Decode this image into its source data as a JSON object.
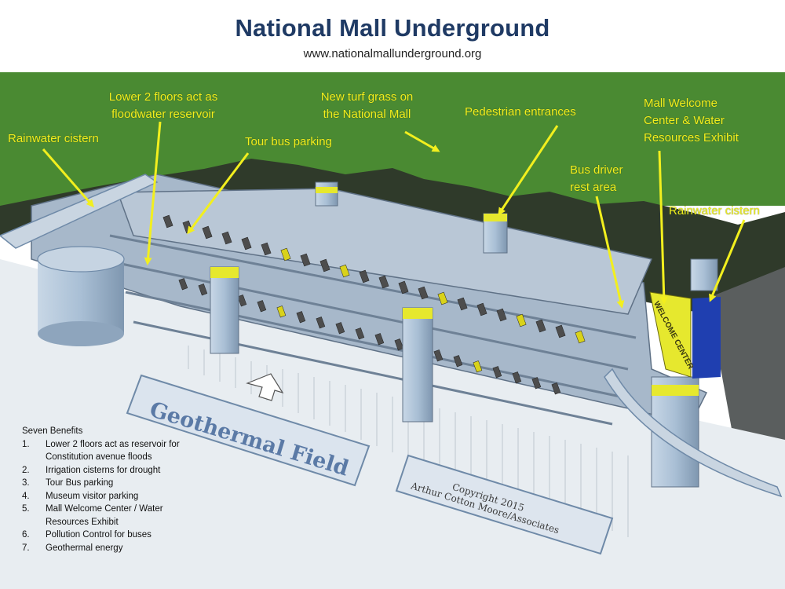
{
  "header": {
    "title": "National Mall Underground",
    "url": "www.nationalmallunderground.org"
  },
  "labels": {
    "rainwater_cistern_left": "Rainwater cistern",
    "floodwater_line1": "Lower 2 floors act as",
    "floodwater_line2": "floodwater reservoir",
    "tour_bus_parking": "Tour bus parking",
    "turf_line1": "New turf grass on",
    "turf_line2": "the National Mall",
    "pedestrian_entrances": "Pedestrian entrances",
    "welcome_line1": "Mall Welcome",
    "welcome_line2": "Center & Water",
    "welcome_line3": "Resources Exhibit",
    "bus_driver_line1": "Bus driver",
    "bus_driver_line2": "rest area",
    "rainwater_cistern_right": "Rainwater cistern"
  },
  "diagram": {
    "geothermal_field": "Geothermal Field",
    "copyright_line1": "Copyright 2015",
    "copyright_line2": "Arthur Cotton Moore/Associates",
    "welcome_center_sign": "WELCOME CENTER",
    "colors": {
      "grass": "#4a8a32",
      "label": "#f2ef1e",
      "title": "#1f3a64",
      "structure": "#9fb3c8",
      "welcome_center": "#e6e82e",
      "water_exhibit": "#1f3fb0"
    }
  },
  "benefits": {
    "heading": "Seven Benefits",
    "items": [
      {
        "num": "1.",
        "line1": "Lower 2 floors act as reservoir for",
        "line2": "Constitution avenue floods"
      },
      {
        "num": "2.",
        "line1": "Irrigation cisterns for drought",
        "line2": ""
      },
      {
        "num": "3.",
        "line1": "Tour Bus parking",
        "line2": ""
      },
      {
        "num": "4.",
        "line1": "Museum visitor parking",
        "line2": ""
      },
      {
        "num": "5.",
        "line1": "Mall Welcome Center / Water",
        "line2": "Resources Exhibit"
      },
      {
        "num": "6.",
        "line1": "Pollution Control for buses",
        "line2": ""
      },
      {
        "num": "7.",
        "line1": "Geothermal energy",
        "line2": ""
      }
    ]
  }
}
